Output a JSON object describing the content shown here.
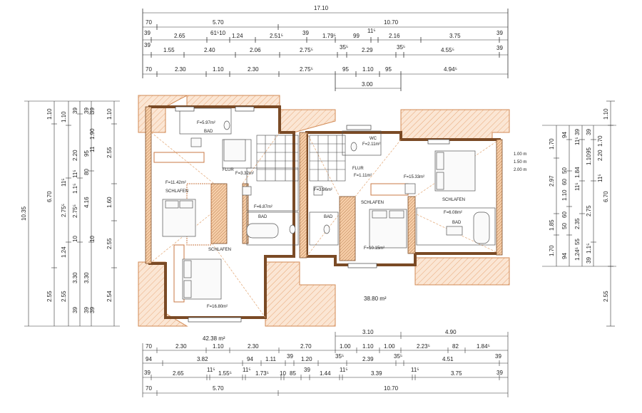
{
  "colors": {
    "wall_fill": "#f3c9a8",
    "wall_edge": "#b07040",
    "hatch": "#d58a50",
    "dim_line": "#333333",
    "diag_line": "#e0a070",
    "fixture": "#555555"
  },
  "dimensions": {
    "top": {
      "overall": "17.10",
      "row1": [
        "70",
        "5.70",
        "10.70"
      ],
      "row2": [
        "39",
        "2.65",
        "61⁵10",
        "1.24",
        "2.51⁵",
        "39",
        "1.79⁵",
        "99",
        "11⁵",
        "2.16",
        "3.75",
        "39"
      ],
      "row3": [
        "39",
        "1.55",
        "2.40",
        "2.06",
        "2.75⁵",
        "35⁵",
        "2.29",
        "35⁵",
        "4.55⁵",
        "39"
      ],
      "row4": [
        "70",
        "2.30",
        "1.10",
        "2.30",
        "2.75⁵",
        "95",
        "1.10",
        "95",
        "4.94⁵"
      ],
      "sub": "3.00"
    },
    "bottom": {
      "row1a": "3.10",
      "row1b": "4.90",
      "row2": [
        "70",
        "2.30",
        "1.10",
        "2.30",
        "2.70",
        "1.00",
        "1.10",
        "1.00",
        "2.23⁵",
        "82",
        "1.84⁵"
      ],
      "row3": [
        "94",
        "3.82",
        "94",
        "1.11",
        "39",
        "1.20",
        "35⁵",
        "2.39",
        "35⁵",
        "4.51",
        "39"
      ],
      "row4": [
        "39",
        "2.65",
        "11⁵",
        "1.55⁵",
        "11⁵",
        "1.73⁵",
        "10",
        "85",
        "39",
        "1.44",
        "11⁵",
        "3.39",
        "11⁵",
        "3.75",
        "39"
      ],
      "row5": [
        "70",
        "5.70",
        "10.70"
      ]
    },
    "left": {
      "overall": "10.35",
      "col1": [
        "1.10",
        "6.70",
        "2.55"
      ],
      "col2": [
        "1.10",
        "11⁵",
        "2.75⁵",
        "1.24",
        "2.55"
      ],
      "col3": [
        "39",
        "2.20",
        "11⁵",
        "1.1⁵",
        "2.75⁵",
        "10",
        "3.30",
        "39"
      ],
      "col4": [
        "39",
        "95",
        "80",
        "4.16",
        "3.30",
        "39"
      ],
      "col5": [
        "39",
        "1.90",
        "11",
        "10",
        "39"
      ],
      "col6": [
        "1.10",
        "2.55",
        "1.60",
        "2.55",
        "2.54"
      ]
    },
    "right": {
      "col1": [
        "1.70",
        "2.97",
        "1.85",
        "1.70"
      ],
      "col2": [
        "94",
        "50",
        "60",
        "1.10",
        "60",
        "50",
        "94"
      ],
      "col3": [
        "39",
        "11⁵",
        "1.84",
        "11⁵",
        "2.35",
        "55",
        "1.24⁵"
      ],
      "col4": [
        "39",
        "95",
        "1.10",
        "2.75",
        "1.1⁵",
        "39"
      ],
      "col5": [
        "1.10",
        "6.70",
        "2.55"
      ],
      "col6": [
        "1.70",
        "2.20",
        "11⁵"
      ]
    },
    "heights": [
      "1.00 m",
      "1.50 m",
      "2.00 m"
    ]
  },
  "rooms": {
    "bad1_area": "F=5.97m²",
    "bad1_name": "BAD",
    "flur1_name": "FLUR",
    "flur1_area": "F=3.32m²",
    "schlafen1_area": "F=11.42m²",
    "schlafen1_name": "SCHLAFEN",
    "bad2_area": "F=6.87m²",
    "bad2_name": "BAD",
    "schlafen2_name": "SCHLAFEN",
    "schlafen2_area": "F=16.80m²",
    "wc_name": "WC",
    "wc_area": "F=2.11m²",
    "flur2_name": "FLUR",
    "flur2_area": "F=1.11m²",
    "bad3_area": "F=3.96m²",
    "bad3_name": "BAD",
    "schlafen3_name": "SCHLAFEN",
    "schlafen3_area": "F=10.15m²",
    "schlafen4_area": "F=15.33m²",
    "schlafen4_name": "SCHLAFEN",
    "bad4_area": "F=6.08m²",
    "bad4_name": "BAD",
    "unit1_total": "42.38 m²",
    "unit2_total": "38.80 m²"
  }
}
